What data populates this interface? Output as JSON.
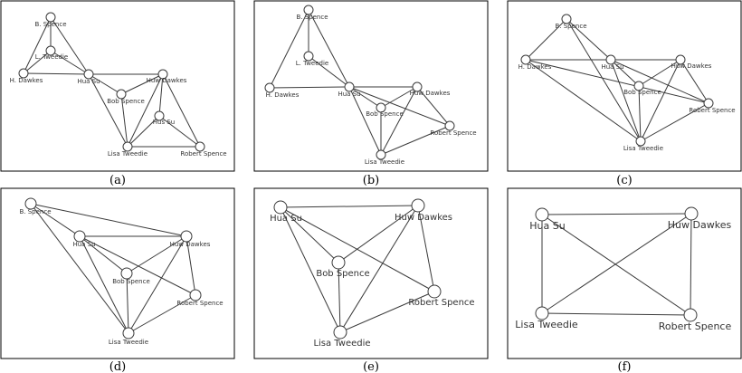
{
  "panels": [
    {
      "caption": "(a)",
      "nodes": [
        {
          "id": "b_spence",
          "label": "B. Spence"
        },
        {
          "id": "l_tweedie",
          "label": "L. Tweedie"
        },
        {
          "id": "h_dawkes",
          "label": "H. Dawkes"
        },
        {
          "id": "hua_su",
          "label": "Hua Su"
        },
        {
          "id": "huw_dawkes",
          "label": "Huw Dawkes"
        },
        {
          "id": "bob_spence",
          "label": "Bob Spence"
        },
        {
          "id": "hus_su",
          "label": "Hus Su"
        },
        {
          "id": "lisa_tweedie",
          "label": "Lisa Tweedie"
        },
        {
          "id": "robert_spence",
          "label": "Robert Spence"
        }
      ],
      "edges": [
        [
          "b_spence",
          "l_tweedie"
        ],
        [
          "b_spence",
          "h_dawkes"
        ],
        [
          "b_spence",
          "hua_su"
        ],
        [
          "l_tweedie",
          "h_dawkes"
        ],
        [
          "l_tweedie",
          "hua_su"
        ],
        [
          "h_dawkes",
          "hua_su"
        ],
        [
          "hua_su",
          "bob_spence"
        ],
        [
          "hua_su",
          "huw_dawkes"
        ],
        [
          "hua_su",
          "lisa_tweedie"
        ],
        [
          "huw_dawkes",
          "bob_spence"
        ],
        [
          "huw_dawkes",
          "hus_su"
        ],
        [
          "huw_dawkes",
          "lisa_tweedie"
        ],
        [
          "huw_dawkes",
          "robert_spence"
        ],
        [
          "bob_spence",
          "lisa_tweedie"
        ],
        [
          "hus_su",
          "lisa_tweedie"
        ],
        [
          "hus_su",
          "robert_spence"
        ],
        [
          "lisa_tweedie",
          "robert_spence"
        ]
      ]
    },
    {
      "caption": "(b)",
      "nodes": [
        {
          "id": "b_spence",
          "label": "B. Spence"
        },
        {
          "id": "l_tweedie",
          "label": "L. Tweedie"
        },
        {
          "id": "h_dawkes",
          "label": "H. Dawkes"
        },
        {
          "id": "hua_su",
          "label": "Hua Su"
        },
        {
          "id": "huw_dawkes",
          "label": "Huw Dawkes"
        },
        {
          "id": "bob_spence",
          "label": "Bob Spence"
        },
        {
          "id": "robert_spence",
          "label": "Robert Spence"
        },
        {
          "id": "lisa_tweedie",
          "label": "Lisa Tweedie"
        }
      ],
      "edges": [
        [
          "b_spence",
          "l_tweedie"
        ],
        [
          "b_spence",
          "h_dawkes"
        ],
        [
          "b_spence",
          "hua_su"
        ],
        [
          "l_tweedie",
          "hua_su"
        ],
        [
          "h_dawkes",
          "hua_su"
        ],
        [
          "hua_su",
          "bob_spence"
        ],
        [
          "hua_su",
          "huw_dawkes"
        ],
        [
          "hua_su",
          "robert_spence"
        ],
        [
          "hua_su",
          "lisa_tweedie"
        ],
        [
          "huw_dawkes",
          "bob_spence"
        ],
        [
          "huw_dawkes",
          "robert_spence"
        ],
        [
          "huw_dawkes",
          "lisa_tweedie"
        ],
        [
          "bob_spence",
          "lisa_tweedie"
        ],
        [
          "lisa_tweedie",
          "robert_spence"
        ]
      ]
    },
    {
      "caption": "(c)",
      "nodes": [
        {
          "id": "b_spence",
          "label": "B. Spence"
        },
        {
          "id": "h_dawkes",
          "label": "H. Dawkes"
        },
        {
          "id": "hua_su",
          "label": "Hua Su"
        },
        {
          "id": "huw_dawkes",
          "label": "Huw Dawkes"
        },
        {
          "id": "bob_spence",
          "label": "Bob Spence"
        },
        {
          "id": "robert_spence",
          "label": "Robert Spence"
        },
        {
          "id": "lisa_tweedie",
          "label": "Lisa Tweedie"
        }
      ],
      "edges": [
        [
          "b_spence",
          "h_dawkes"
        ],
        [
          "b_spence",
          "hua_su"
        ],
        [
          "b_spence",
          "lisa_tweedie"
        ],
        [
          "h_dawkes",
          "hua_su"
        ],
        [
          "h_dawkes",
          "lisa_tweedie"
        ],
        [
          "hua_su",
          "huw_dawkes"
        ],
        [
          "hua_su",
          "bob_spence"
        ],
        [
          "hua_su",
          "robert_spence"
        ],
        [
          "hua_su",
          "lisa_tweedie"
        ],
        [
          "huw_dawkes",
          "bob_spence"
        ],
        [
          "huw_dawkes",
          "robert_spence"
        ],
        [
          "huw_dawkes",
          "lisa_tweedie"
        ],
        [
          "bob_spence",
          "lisa_tweedie"
        ],
        [
          "robert_spence",
          "lisa_tweedie"
        ],
        [
          "h_dawkes",
          "robert_spence"
        ]
      ]
    },
    {
      "caption": "(d)",
      "nodes": [
        {
          "id": "b_spence",
          "label": "B. Spence"
        },
        {
          "id": "hua_su",
          "label": "Hua Su"
        },
        {
          "id": "huw_dawkes",
          "label": "Huw Dawkes"
        },
        {
          "id": "bob_spence",
          "label": "Bob Spence"
        },
        {
          "id": "robert_spence",
          "label": "Robert Spence"
        },
        {
          "id": "lisa_tweedie",
          "label": "Lisa Tweedie"
        }
      ],
      "edges": [
        [
          "b_spence",
          "hua_su"
        ],
        [
          "b_spence",
          "huw_dawkes"
        ],
        [
          "b_spence",
          "lisa_tweedie"
        ],
        [
          "hua_su",
          "huw_dawkes"
        ],
        [
          "hua_su",
          "bob_spence"
        ],
        [
          "hua_su",
          "robert_spence"
        ],
        [
          "hua_su",
          "lisa_tweedie"
        ],
        [
          "huw_dawkes",
          "bob_spence"
        ],
        [
          "huw_dawkes",
          "robert_spence"
        ],
        [
          "huw_dawkes",
          "lisa_tweedie"
        ],
        [
          "bob_spence",
          "lisa_tweedie"
        ],
        [
          "robert_spence",
          "lisa_tweedie"
        ]
      ]
    },
    {
      "caption": "(e)",
      "nodes": [
        {
          "id": "hua_su",
          "label": "Hua Su"
        },
        {
          "id": "huw_dawkes",
          "label": "Huw Dawkes"
        },
        {
          "id": "bob_spence",
          "label": "Bob Spence"
        },
        {
          "id": "robert_spence",
          "label": "Robert Spence"
        },
        {
          "id": "lisa_tweedie",
          "label": "Lisa Tweedie"
        }
      ],
      "edges": [
        [
          "hua_su",
          "huw_dawkes"
        ],
        [
          "hua_su",
          "bob_spence"
        ],
        [
          "hua_su",
          "robert_spence"
        ],
        [
          "hua_su",
          "lisa_tweedie"
        ],
        [
          "huw_dawkes",
          "bob_spence"
        ],
        [
          "huw_dawkes",
          "robert_spence"
        ],
        [
          "huw_dawkes",
          "lisa_tweedie"
        ],
        [
          "bob_spence",
          "lisa_tweedie"
        ],
        [
          "robert_spence",
          "lisa_tweedie"
        ]
      ]
    },
    {
      "caption": "(f)",
      "nodes": [
        {
          "id": "hua_su",
          "label": "Hua Su"
        },
        {
          "id": "huw_dawkes",
          "label": "Huw Dawkes"
        },
        {
          "id": "lisa_tweedie",
          "label": "Lisa Tweedie"
        },
        {
          "id": "robert_spence",
          "label": "Robert Spence"
        }
      ],
      "edges": [
        [
          "hua_su",
          "huw_dawkes"
        ],
        [
          "hua_su",
          "lisa_tweedie"
        ],
        [
          "hua_su",
          "robert_spence"
        ],
        [
          "huw_dawkes",
          "lisa_tweedie"
        ],
        [
          "huw_dawkes",
          "robert_spence"
        ],
        [
          "lisa_tweedie",
          "robert_spence"
        ]
      ]
    }
  ]
}
